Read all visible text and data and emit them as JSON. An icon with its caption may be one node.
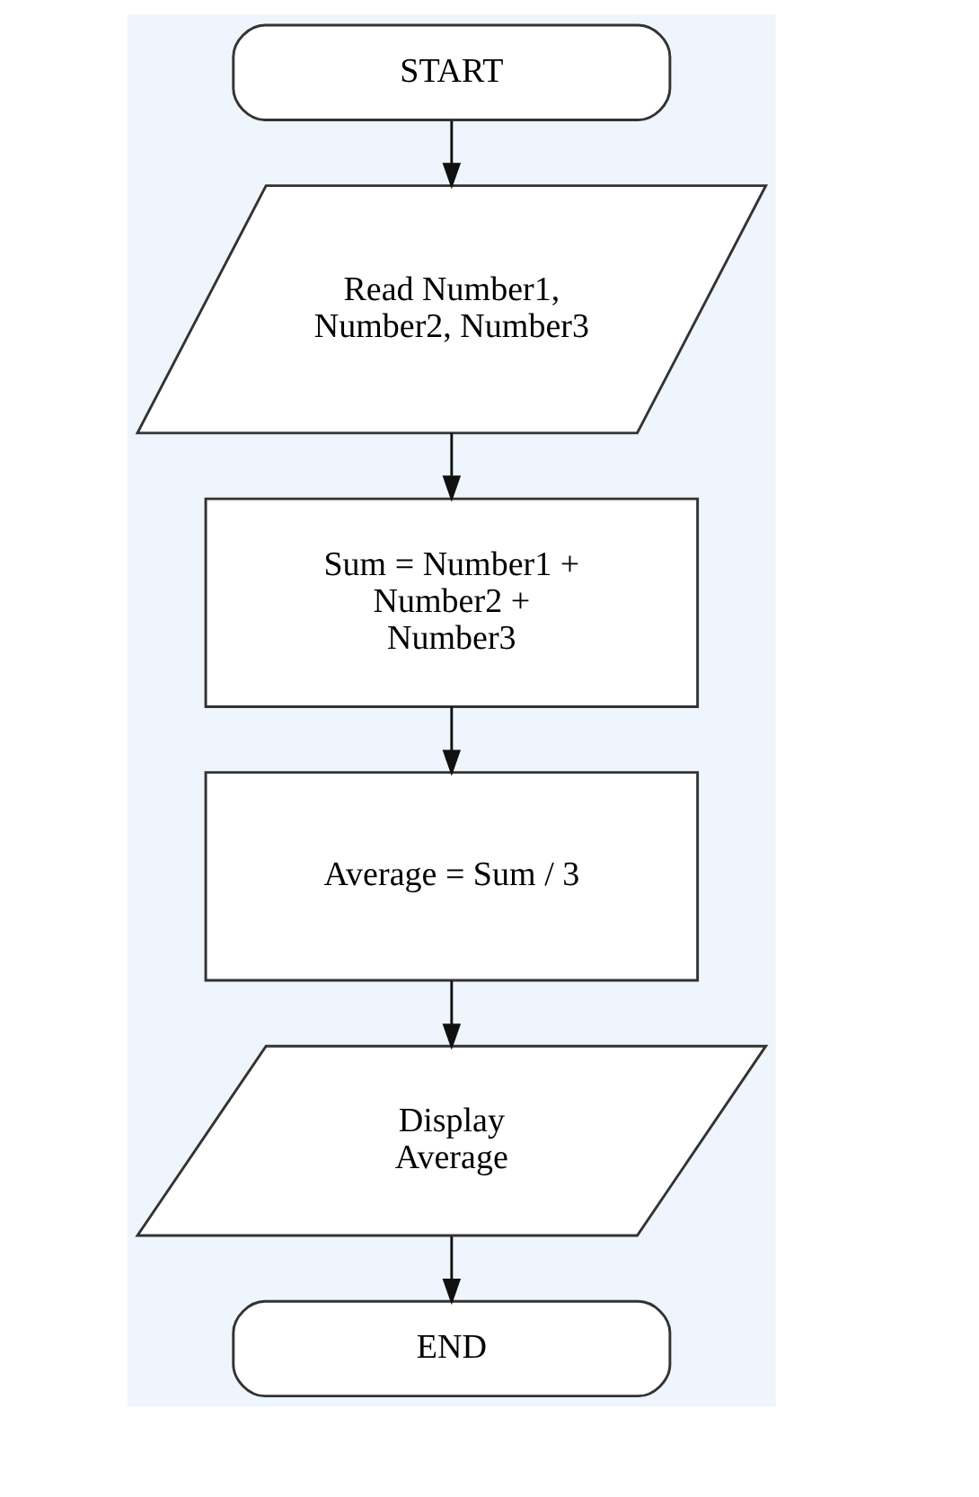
{
  "diagram": {
    "nodes": [
      {
        "text": [
          "START"
        ]
      },
      {
        "text": [
          "Read Number1, Number2, Number3"
        ]
      },
      {
        "text": [
          "Sum = Number1 + Number2 + Number3"
        ]
      },
      {
        "text": [
          "Average = Sum / 3"
        ]
      },
      {
        "text": [
          "Display Average"
        ]
      },
      {
        "text": [
          "END"
        ]
      }
    ],
    "edges": [
      {
        "from": 0,
        "to": 1,
        "arrow": "to"
      },
      {
        "from": 1,
        "to": 2,
        "arrow": "to"
      },
      {
        "from": 2,
        "to": 3,
        "arrow": "to"
      },
      {
        "from": 3,
        "to": 4,
        "arrow": "to"
      },
      {
        "from": 4,
        "to": 5,
        "arrow": "to"
      }
    ]
  }
}
